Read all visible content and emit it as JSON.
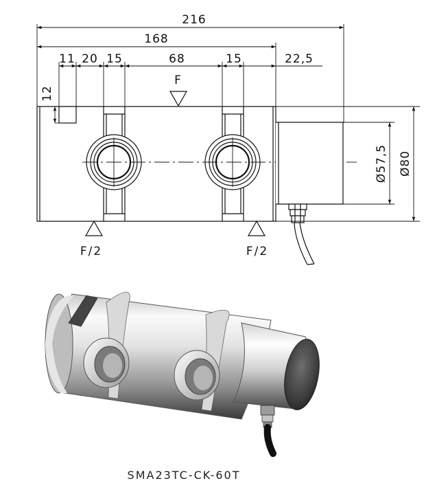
{
  "drawing": {
    "dimensions": {
      "overall_length": "216",
      "body_length": "168",
      "d_11": "11",
      "d_20": "20",
      "d_15_left": "15",
      "d_68": "68",
      "d_15_right": "15",
      "d_22_5": "22,5",
      "d_12": "12",
      "dia_57_5": "Ø57,5",
      "dia_80": "Ø80"
    },
    "loads": {
      "top_force": "F",
      "left_support": "F/2",
      "right_support": "F/2"
    }
  },
  "photo": {
    "caption": "SMA23TC-CK-60T"
  }
}
